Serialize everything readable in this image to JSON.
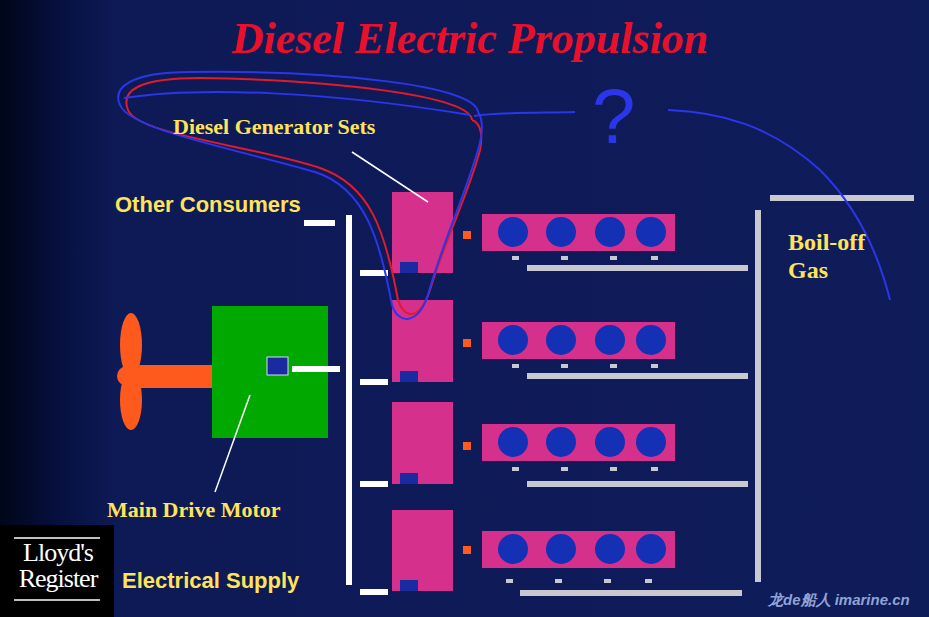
{
  "diagram": {
    "title": "Diesel Electric Propulsion",
    "labels": [
      "Diesel Generator Sets",
      "?",
      "Other Consumers",
      "Boil-off Gas",
      "Main Drive Motor",
      "Electrical Supply",
      "Lloyd's Register",
      "龙de船人 imarine.cn"
    ]
  }
}
